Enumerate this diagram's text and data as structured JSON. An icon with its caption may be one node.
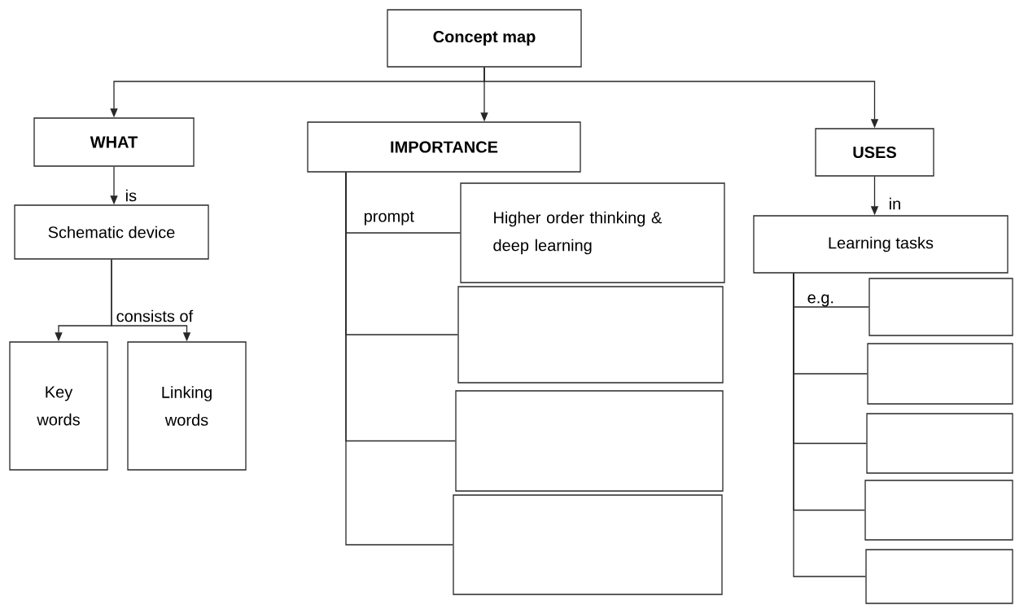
{
  "diagram": {
    "nodes": [
      {
        "text": [
          "Concept map"
        ]
      },
      {
        "text": [
          "WHAT"
        ]
      },
      {
        "text": [
          "IMPORTANCE"
        ]
      },
      {
        "text": [
          "USES"
        ]
      },
      {
        "text": [
          "Schematic device"
        ]
      },
      {
        "text": [
          "Key words"
        ]
      },
      {
        "text": [
          "Linking words"
        ]
      },
      {
        "text": [
          "Higher order thinking & deep learning"
        ]
      },
      {
        "text": [],
        "shape": "box"
      },
      {
        "text": [],
        "shape": "box"
      },
      {
        "text": [],
        "shape": "box"
      },
      {
        "text": [
          "Learning tasks"
        ]
      },
      {
        "text": [],
        "shape": "box"
      },
      {
        "text": [],
        "shape": "box"
      },
      {
        "text": [],
        "shape": "box"
      },
      {
        "text": [],
        "shape": "box"
      },
      {
        "text": [],
        "shape": "box"
      }
    ],
    "edges": [
      {
        "from": 0,
        "to": 1,
        "arrow": "to"
      },
      {
        "from": 0,
        "to": 2,
        "arrow": "to"
      },
      {
        "from": 0,
        "to": 3,
        "arrow": "to"
      },
      {
        "from": 1,
        "to": 4,
        "arrow": "to",
        "label": "is"
      },
      {
        "from": 4,
        "to": 5,
        "arrow": "to",
        "label": "consists of"
      },
      {
        "from": 4,
        "to": 6,
        "arrow": "to"
      },
      {
        "from": 2,
        "to": 7,
        "arrow": "none",
        "label": "prompt"
      },
      {
        "from": 2,
        "to": 8,
        "arrow": "none"
      },
      {
        "from": 2,
        "to": 9,
        "arrow": "none"
      },
      {
        "from": 2,
        "to": 10,
        "arrow": "none"
      },
      {
        "from": 3,
        "to": 11,
        "arrow": "to",
        "label": "in"
      },
      {
        "from": 11,
        "to": 12,
        "arrow": "none",
        "label": "e.g."
      },
      {
        "from": 11,
        "to": 13,
        "arrow": "none"
      },
      {
        "from": 11,
        "to": 14,
        "arrow": "none"
      },
      {
        "from": 11,
        "to": 15,
        "arrow": "none"
      },
      {
        "from": 11,
        "to": 16,
        "arrow": "none"
      }
    ]
  }
}
